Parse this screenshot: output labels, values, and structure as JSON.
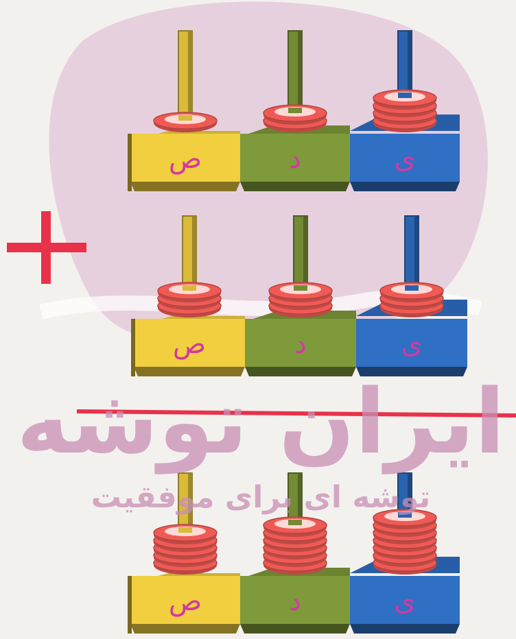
{
  "watermark": {
    "brand": "ایران توشه",
    "tagline": "توشه ای برای موفقیت",
    "color": "#c98fb4"
  },
  "abacus_rows": [
    {
      "role": "first-addend",
      "place_labels": {
        "hundreds": "ص",
        "tens": "د",
        "ones": "ی"
      },
      "rings": {
        "hundreds": 1,
        "tens": 2,
        "ones": 4
      }
    },
    {
      "role": "second-addend",
      "place_labels": {
        "hundreds": "ص",
        "tens": "د",
        "ones": "ی"
      },
      "rings": {
        "hundreds": 3,
        "tens": 3,
        "ones": 3
      }
    },
    {
      "role": "sum",
      "place_labels": {
        "hundreds": "ص",
        "tens": "د",
        "ones": "ی"
      },
      "rings": {
        "hundreds": 5,
        "tens": 6,
        "ones": 7
      }
    }
  ],
  "operator": {
    "symbol": "+",
    "color": "#e8324a"
  },
  "colors": {
    "hundreds_block": "#f1cf3f",
    "tens_block": "#7f9a3a",
    "ones_block": "#2f6fc4",
    "ring": "#ef5a55",
    "letter": "#d13aa0"
  }
}
